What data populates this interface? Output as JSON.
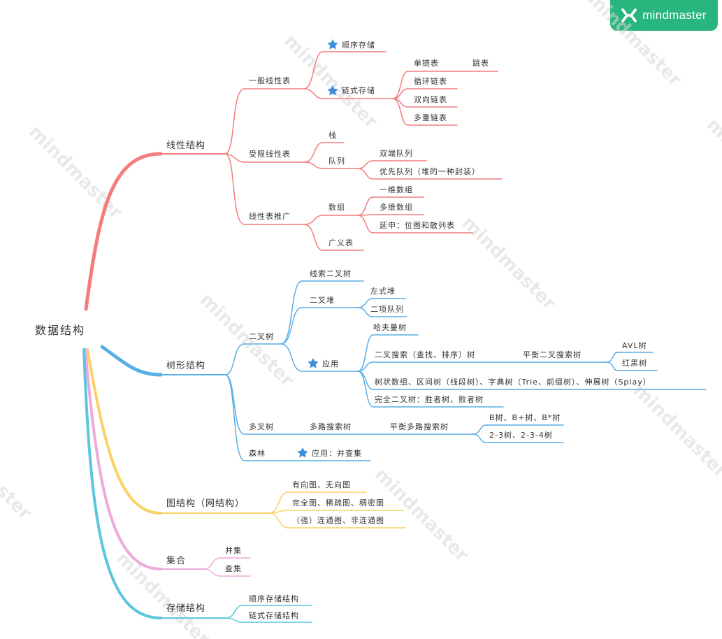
{
  "brand": {
    "name": "mindmaster",
    "watermark": "mindmaster",
    "color": "#28b67e"
  },
  "colors": {
    "linear": "#f47c7c",
    "tree": "#5aaee6",
    "graph": "#fcd065",
    "set": "#eeaad8",
    "storage": "#5cc6e0",
    "star": "#3d8fdc"
  },
  "root": {
    "label": "数据结构"
  },
  "linear": {
    "label": "线性结构",
    "general": {
      "label": "一般线性表",
      "seq": "顺序存储",
      "linked": "链式存储",
      "single": "单链表",
      "skip": "跳表",
      "circular": "循环链表",
      "doubly": "双向链表",
      "multi": "多重链表"
    },
    "restricted": {
      "label": "受限线性表",
      "stack": "栈",
      "queue": "队列",
      "deque": "双端队列",
      "pq": "优先队列（堆的一种封装）"
    },
    "extension": {
      "label": "线性表推广",
      "array": "数组",
      "arr1d": "一维数组",
      "arrnd": "多维数组",
      "ext": "延申：位图和散列表",
      "glist": "广义表"
    }
  },
  "tree": {
    "label": "树形结构",
    "binary": {
      "label": "二叉树",
      "threaded": "线索二叉树",
      "heap": "二叉堆",
      "leftist": "左式堆",
      "binomial": "二项队列",
      "app": "应用",
      "huffman": "哈夫曼树",
      "bst": "二叉搜索（查找、排序）树",
      "balanced": "平衡二叉搜索树",
      "avl": "AVL树",
      "rb": "红黑树",
      "others": "树状数组、区间树（线段树）、字典树（Trie、前缀树）、伸展树（Splay）",
      "complete": "完全二叉树：胜者树、败者树"
    },
    "multi": {
      "label": "多叉树",
      "search": "多路搜索树",
      "balanced": "平衡多路搜索树",
      "btree": "B树、B+树、B*树",
      "t234": "2-3树、2-3-4树"
    },
    "forest": {
      "label": "森林",
      "app": "应用：并查集"
    }
  },
  "graph": {
    "label": "图结构（网结构）",
    "dir": "有向图、无向图",
    "complete": "完全图、稀疏图、稠密图",
    "conn": "（强）连通图、非连通图"
  },
  "set": {
    "label": "集合",
    "union": "并集",
    "inter": "查集"
  },
  "storage": {
    "label": "存储结构",
    "seq": "顺序存储结构",
    "linked": "链式存储结构"
  }
}
